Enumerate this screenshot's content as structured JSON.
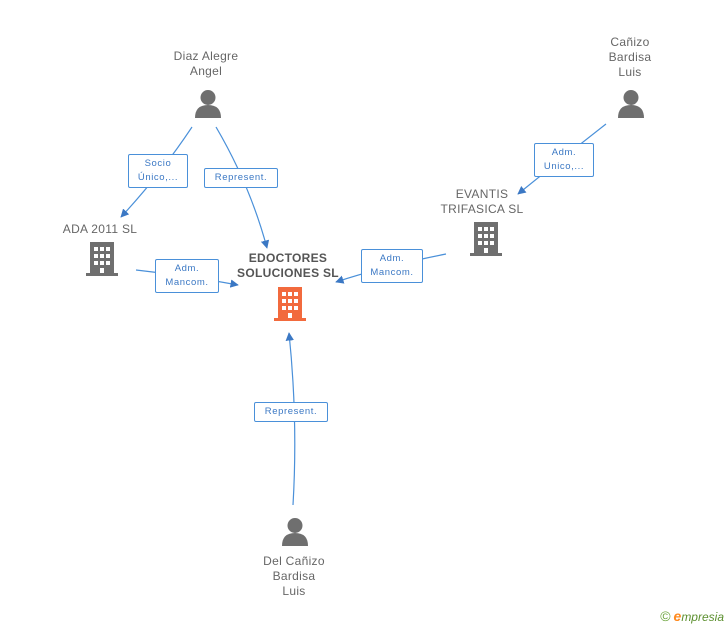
{
  "nodes": {
    "diaz": {
      "lines": [
        "Diaz Alegre",
        "Angel"
      ],
      "icon": "person-icon"
    },
    "canizo_top": {
      "lines": [
        "Cañizo",
        "Bardisa",
        "Luis"
      ],
      "icon": "person-icon"
    },
    "evantis": {
      "lines": [
        "EVANTIS",
        "TRIFASICA SL"
      ],
      "icon": "building-icon"
    },
    "ada": {
      "lines": [
        "ADA 2011 SL"
      ],
      "icon": "building-icon"
    },
    "center": {
      "lines": [
        "EDOCTORES",
        "SOLUCIONES SL"
      ],
      "icon": "building-icon"
    },
    "del_canizo": {
      "lines": [
        "Del Cañizo",
        "Bardisa",
        "Luis"
      ],
      "icon": "person-icon"
    }
  },
  "edges": {
    "diaz_to_ada": [
      "Socio",
      "Único,..."
    ],
    "diaz_to_center": [
      "Represent."
    ],
    "canizo_to_evantis": [
      "Adm.",
      "Unico,..."
    ],
    "ada_to_center": [
      "Adm.",
      "Mancom."
    ],
    "evantis_to_center": [
      "Adm.",
      "Mancom."
    ],
    "delcanizo_to_center": [
      "Represent."
    ]
  },
  "footer": {
    "copyright_symbol": "©",
    "brand_first": "e",
    "brand_rest": "mpresia"
  },
  "colors": {
    "edge": "#4a90d9",
    "node_icon": "#6f6f6f",
    "center_icon": "#f26a3d"
  }
}
